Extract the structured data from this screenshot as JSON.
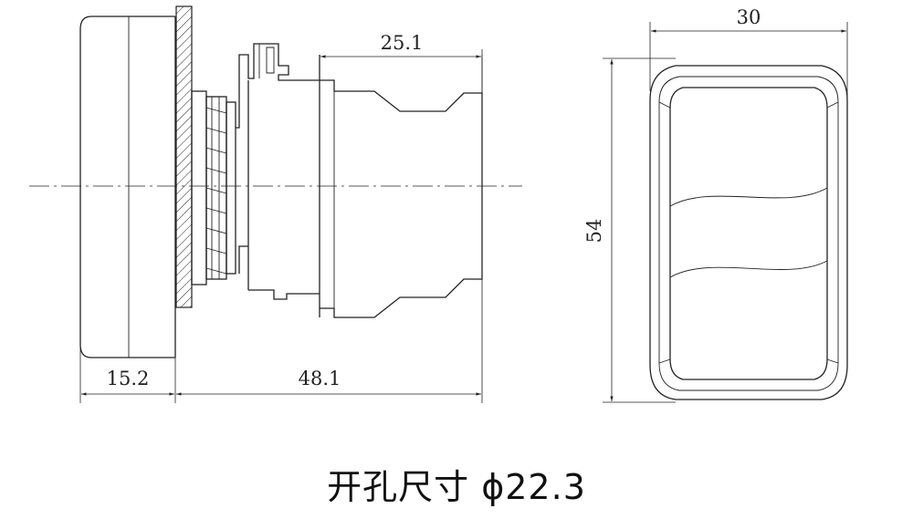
{
  "dimensions": {
    "depth_overall": "48.1",
    "head_depth": "15.2",
    "body_depth": "25.1",
    "width": "30",
    "height": "54"
  },
  "caption": "开孔尺寸 ϕ22.3"
}
